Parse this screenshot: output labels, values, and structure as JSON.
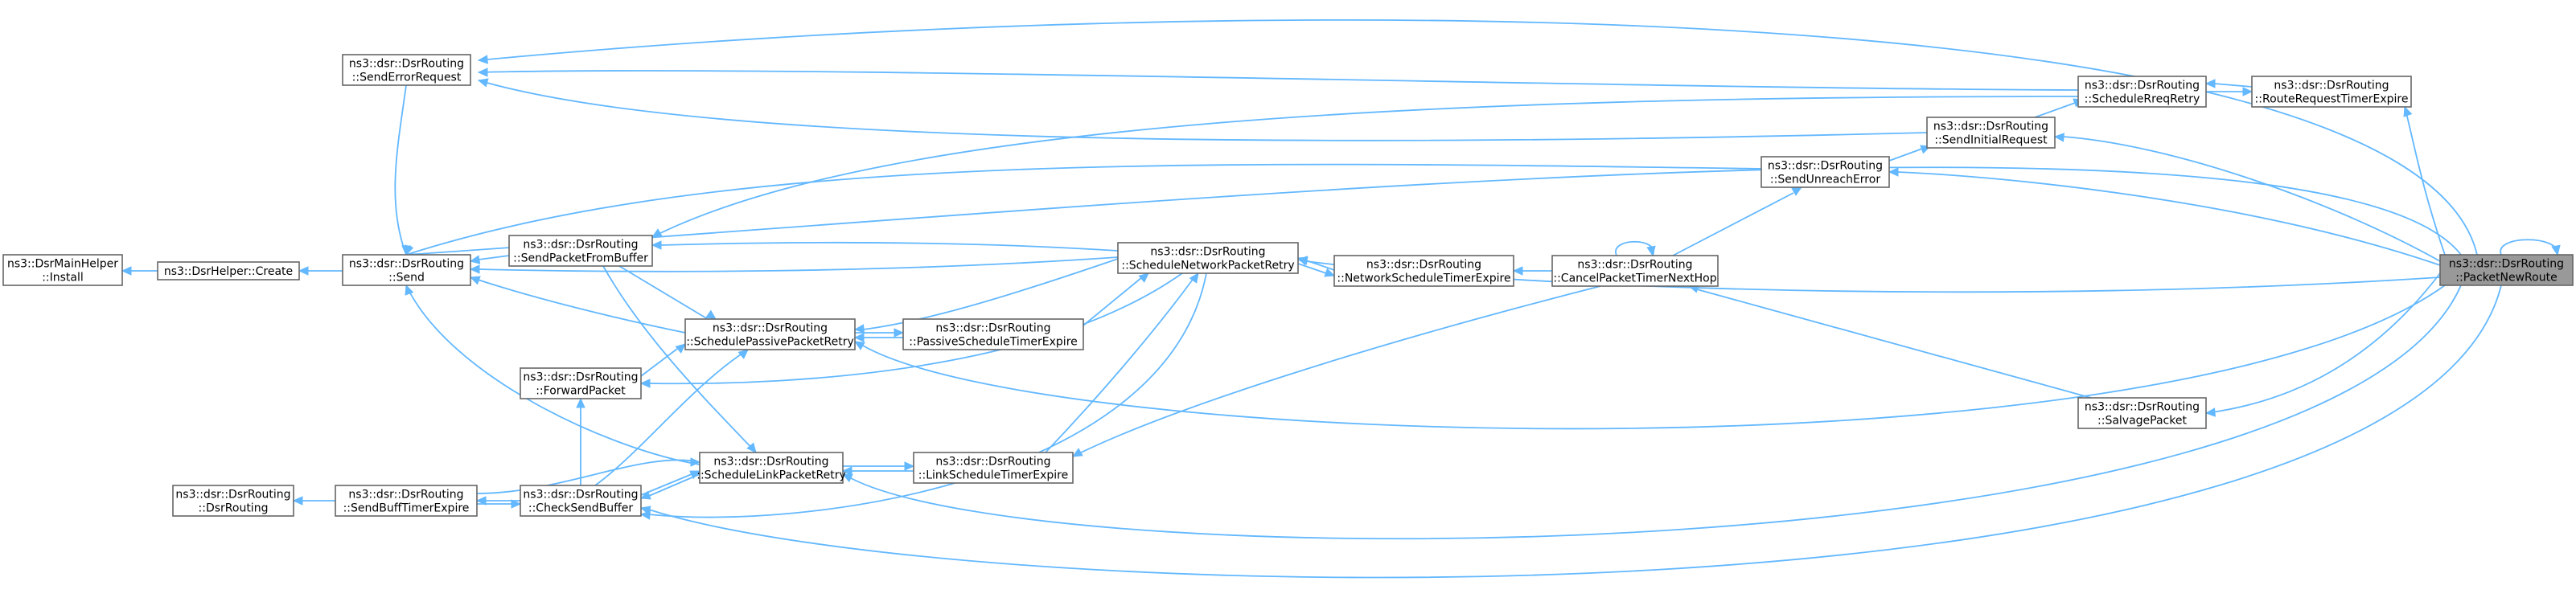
{
  "graph": {
    "nodes": [
      {
        "id": "packet_new_route",
        "lines": [
          "ns3::dsr::DsrRouting",
          "::PacketNewRoute"
        ],
        "focus": true
      },
      {
        "id": "install",
        "lines": [
          "ns3::DsrMainHelper",
          "::Install"
        ]
      },
      {
        "id": "helper_create",
        "lines": [
          "ns3::DsrHelper::Create"
        ]
      },
      {
        "id": "send",
        "lines": [
          "ns3::dsr::DsrRouting",
          "::Send"
        ]
      },
      {
        "id": "send_error_request",
        "lines": [
          "ns3::dsr::DsrRouting",
          "::SendErrorRequest"
        ]
      },
      {
        "id": "send_packet_from_buffer",
        "lines": [
          "ns3::dsr::DsrRouting",
          "::SendPacketFromBuffer"
        ]
      },
      {
        "id": "schedule_passive_packet_retry",
        "lines": [
          "ns3::dsr::DsrRouting",
          "::SchedulePassivePacketRetry"
        ]
      },
      {
        "id": "forward_packet",
        "lines": [
          "ns3::dsr::DsrRouting",
          "::ForwardPacket"
        ]
      },
      {
        "id": "schedule_link_packet_retry",
        "lines": [
          "ns3::dsr::DsrRouting",
          "::ScheduleLinkPacketRetry"
        ]
      },
      {
        "id": "check_send_buffer",
        "lines": [
          "ns3::dsr::DsrRouting",
          "::CheckSendBuffer"
        ]
      },
      {
        "id": "send_buff_timer_expire",
        "lines": [
          "ns3::dsr::DsrRouting",
          "::SendBuffTimerExpire"
        ]
      },
      {
        "id": "dsr_routing_ctor",
        "lines": [
          "ns3::dsr::DsrRouting",
          "::DsrRouting"
        ]
      },
      {
        "id": "passive_schedule_timer_expire",
        "lines": [
          "ns3::dsr::DsrRouting",
          "::PassiveScheduleTimerExpire"
        ]
      },
      {
        "id": "link_schedule_timer_expire",
        "lines": [
          "ns3::dsr::DsrRouting",
          "::LinkScheduleTimerExpire"
        ]
      },
      {
        "id": "schedule_network_packet_retry",
        "lines": [
          "ns3::dsr::DsrRouting",
          "::ScheduleNetworkPacketRetry"
        ]
      },
      {
        "id": "network_schedule_timer_expire",
        "lines": [
          "ns3::dsr::DsrRouting",
          "::NetworkScheduleTimerExpire"
        ]
      },
      {
        "id": "cancel_packet_timer_next_hop",
        "lines": [
          "ns3::dsr::DsrRouting",
          "::CancelPacketTimerNextHop"
        ]
      },
      {
        "id": "send_unreach_error",
        "lines": [
          "ns3::dsr::DsrRouting",
          "::SendUnreachError"
        ]
      },
      {
        "id": "send_initial_request",
        "lines": [
          "ns3::dsr::DsrRouting",
          "::SendInitialRequest"
        ]
      },
      {
        "id": "schedule_rreq_retry",
        "lines": [
          "ns3::dsr::DsrRouting",
          "::ScheduleRreqRetry"
        ]
      },
      {
        "id": "route_request_timer_expire",
        "lines": [
          "ns3::dsr::DsrRouting",
          "::RouteRequestTimerExpire"
        ]
      },
      {
        "id": "salvage_packet",
        "lines": [
          "ns3::dsr::DsrRouting",
          "::SalvagePacket"
        ]
      }
    ]
  }
}
